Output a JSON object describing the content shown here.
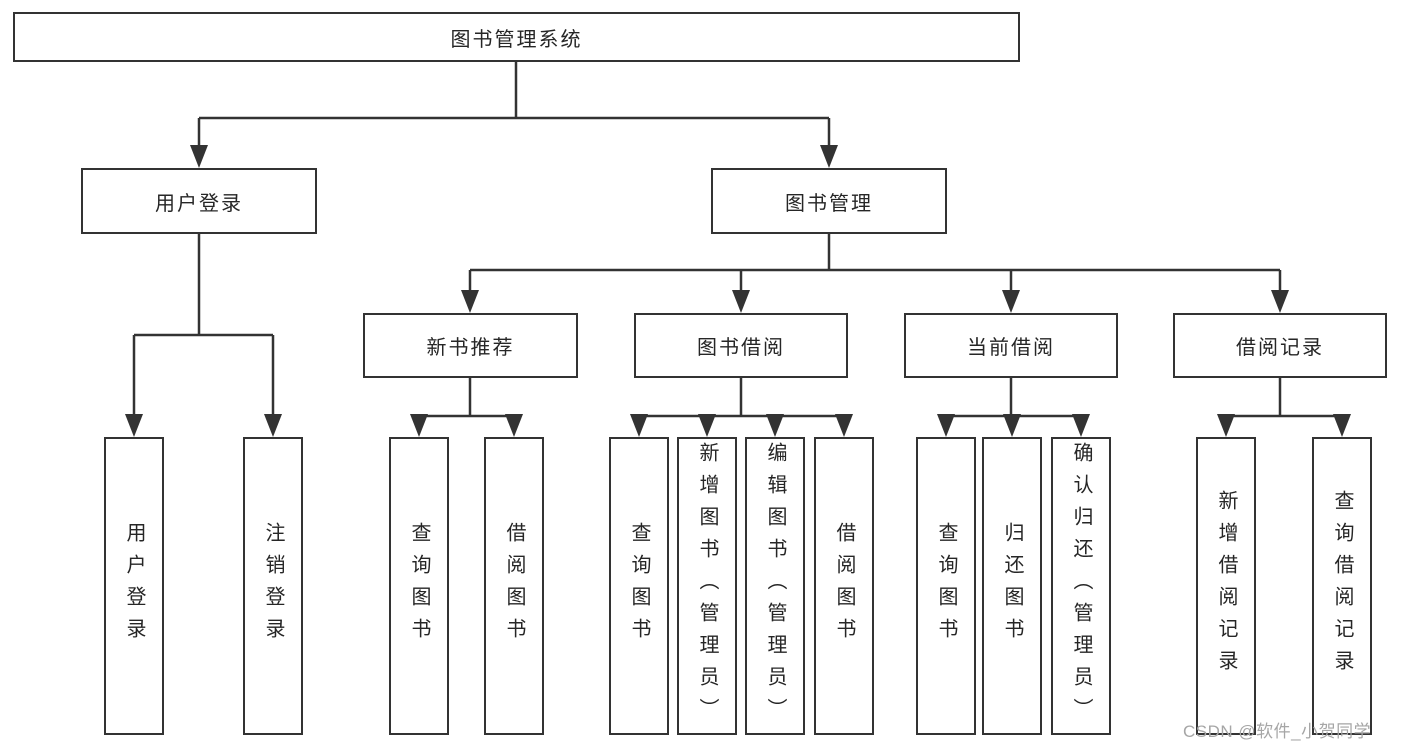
{
  "diagram": {
    "root": {
      "label": "图书管理系统"
    },
    "branches": [
      {
        "label": "用户登录",
        "children": [
          {
            "label": "用户登录"
          },
          {
            "label": "注销登录"
          }
        ]
      },
      {
        "label": "图书管理",
        "children": [
          {
            "label": "新书推荐",
            "children": [
              {
                "label": "查询图书"
              },
              {
                "label": "借阅图书"
              }
            ]
          },
          {
            "label": "图书借阅",
            "children": [
              {
                "label": "查询图书"
              },
              {
                "label": "新增图书（管理员）"
              },
              {
                "label": "编辑图书（管理员）"
              },
              {
                "label": "借阅图书"
              }
            ]
          },
          {
            "label": "当前借阅",
            "children": [
              {
                "label": "查询图书"
              },
              {
                "label": "归还图书"
              },
              {
                "label": "确认归还（管理员）"
              }
            ]
          },
          {
            "label": "借阅记录",
            "children": [
              {
                "label": "新增借阅记录"
              },
              {
                "label": "查询借阅记录"
              }
            ]
          }
        ]
      }
    ]
  },
  "watermark": {
    "text": "CSDN @软件_小贺同学"
  },
  "colors": {
    "line": "#333333",
    "box_border": "#333333",
    "text": "#262626",
    "watermark": "#a6a6a6",
    "background": "#ffffff"
  }
}
